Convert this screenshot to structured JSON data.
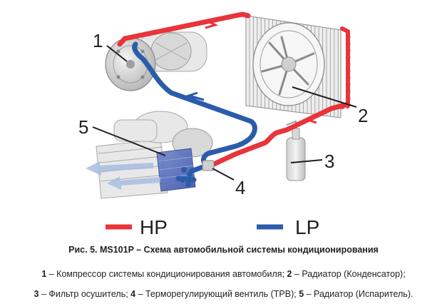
{
  "labels": {
    "n1": "1",
    "n2": "2",
    "n3": "3",
    "n4": "4",
    "n5": "5"
  },
  "legend": {
    "hp_label": "HP",
    "lp_label": "LP",
    "hp_color": "#e8343a",
    "lp_color": "#2a5caa"
  },
  "caption": {
    "title": "Рис. 5. MS101P – Схема автомобильной системы кондиционирования",
    "line1": [
      {
        "num": "1",
        "text": " – Компрессор системы кондиционирования автомобиля;  "
      },
      {
        "num": "2",
        "text": " – Радиатор (Конденсатор);"
      }
    ],
    "line2": [
      {
        "num": "3",
        "text": " – Фильтр осушитель;  "
      },
      {
        "num": "4",
        "text": " – Терморегулирующий вентиль (ТРВ); "
      },
      {
        "num": "5",
        "text": " – Радиатор (Испаритель)."
      }
    ]
  },
  "icons": [
    "compressor-icon",
    "condenser-icon",
    "fan-icon",
    "filter-drier-icon",
    "expansion-valve-icon",
    "evaporator-icon",
    "airflow-arrow-icon"
  ]
}
